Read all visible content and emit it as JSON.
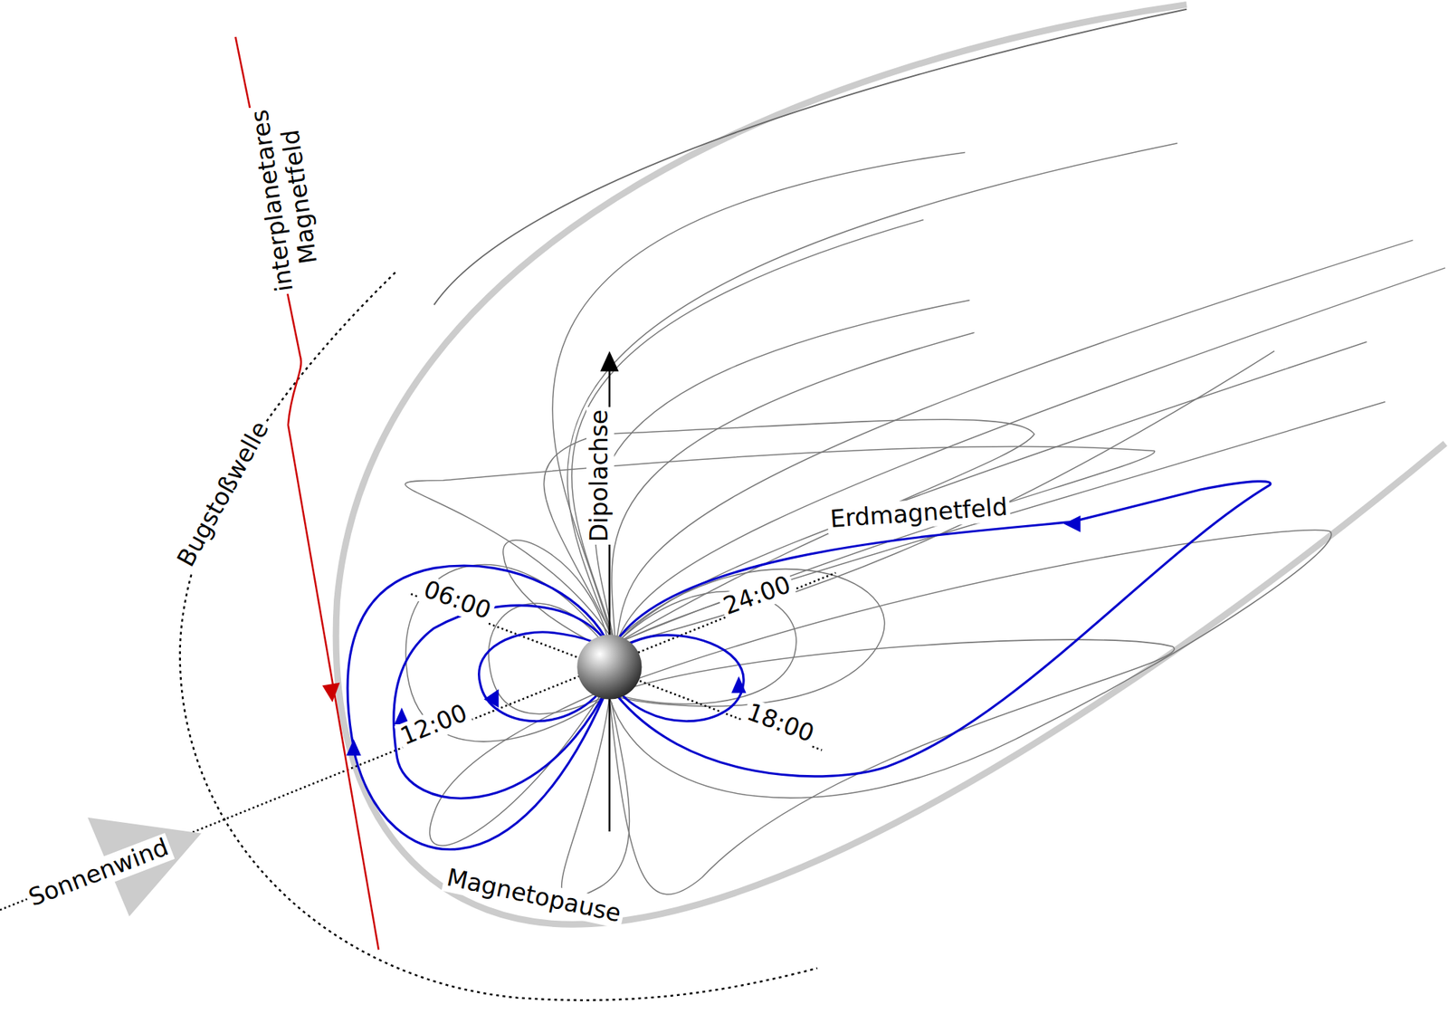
{
  "diagram": {
    "labels": [
      "interplanetares Magnetfeld",
      "Bugstoßwelle",
      "Dipolachse",
      "Erdmagnetfeld",
      "06:00",
      "24:00",
      "12:00",
      "18:00",
      "Sonnenwind",
      "Magnetopause"
    ]
  }
}
